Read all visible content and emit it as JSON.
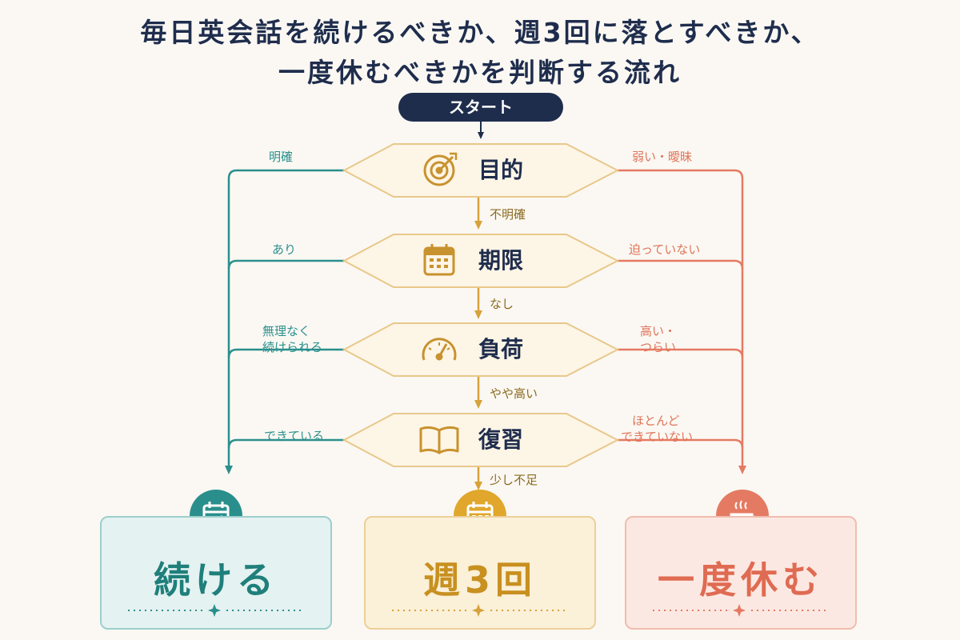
{
  "title": {
    "line1": "毎日英会話を続けるべきか、週3回に落とすべきか、",
    "line2": "一度休むべきかを判断する流れ"
  },
  "start": "スタート",
  "decisions": [
    {
      "id": "purpose",
      "label": "目的",
      "icon": "target-icon",
      "left_edge": "明確",
      "right_edge": "弱い・曖昧",
      "down_edge": "不明確"
    },
    {
      "id": "deadline",
      "label": "期限",
      "icon": "calendar-icon",
      "left_edge": "あり",
      "right_edge": "迫っていない",
      "down_edge": "なし"
    },
    {
      "id": "load",
      "label": "負荷",
      "icon": "gauge-icon",
      "left_edge_1": "無理なく",
      "left_edge_2": "続けられる",
      "right_edge_1": "高い・",
      "right_edge_2": "つらい",
      "down_edge": "やや高い"
    },
    {
      "id": "review",
      "label": "復習",
      "icon": "book-icon",
      "left_edge": "できている",
      "right_edge_1": "ほとんど",
      "right_edge_2": "できていない",
      "down_edge": "少し不足"
    }
  ],
  "results": [
    {
      "id": "continue",
      "label": "続ける",
      "icon": "calendar-check-icon",
      "color": "#2a8f8c"
    },
    {
      "id": "three_per_week",
      "label": "週3回",
      "icon": "calendar-icon",
      "color": "#e0a72c"
    },
    {
      "id": "rest",
      "label": "一度休む",
      "icon": "coffee-cup-icon",
      "color": "#e57a62"
    }
  ],
  "colors": {
    "navy": "#1f2d4d",
    "teal": "#2a8f8c",
    "gold": "#d6a23a",
    "coral": "#e57a62",
    "diamond_fill": "#fdf5e6",
    "diamond_stroke": "#e8c88a"
  }
}
